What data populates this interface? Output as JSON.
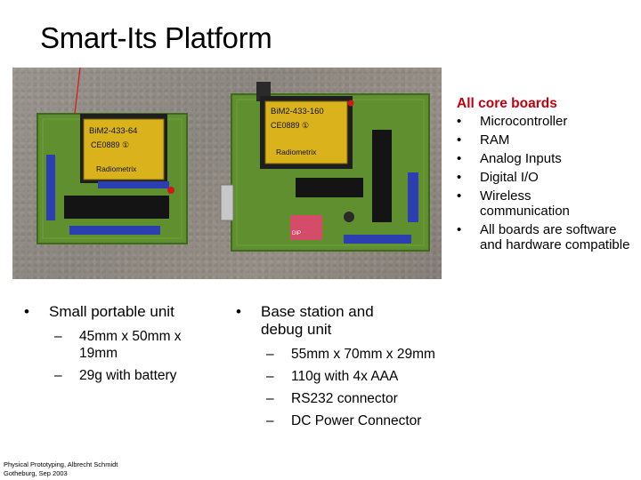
{
  "slide": {
    "title": "Smart-Its Platform"
  },
  "photo": {
    "left_board": {
      "module_label": "BiM2-433-64",
      "ce_mark": "CE0889 ①",
      "brand": "Radiometrix"
    },
    "right_board": {
      "module_label": "BiM2-433-160",
      "ce_mark": "CE0889 ①",
      "brand": "Radiometrix",
      "dip_label": "DIP"
    }
  },
  "core_boards": {
    "heading": "All core boards",
    "items": [
      "Microcontroller",
      "RAM",
      "Analog Inputs",
      "Digital I/O",
      "Wireless communication",
      "All boards are software and hardware compatible"
    ]
  },
  "left_column": {
    "bullet": "Small portable unit",
    "subitems": [
      "45mm x 50mm x 19mm",
      "29g with battery"
    ]
  },
  "right_column": {
    "bullet": "Base station and debug unit",
    "subitems": [
      "55mm x 70mm x 29mm",
      "110g with 4x AAA",
      "RS232 connector",
      "DC Power Connector"
    ]
  },
  "footer": {
    "line1": "Physical Prototyping, Albrecht Schmidt",
    "line2": "Gotheburg, Sep 2003"
  },
  "colors": {
    "heading_red": "#c0000f",
    "pcb_green": "#5f8f2e",
    "module_yellow": "#d9b21c"
  }
}
